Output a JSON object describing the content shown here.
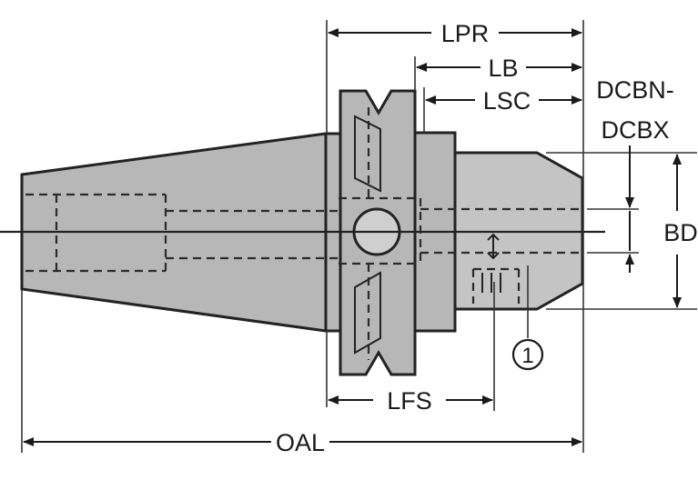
{
  "dimensions": {
    "lpr": "LPR",
    "lb": "LB",
    "lsc": "LSC",
    "dcbn_dcbx_line1": "DCBN-",
    "dcbn_dcbx_line2": "DCBX",
    "bd": "BD",
    "lfs": "LFS",
    "oal": "OAL"
  },
  "callout": {
    "number": "1"
  },
  "colors": {
    "body": "#b7b7b7",
    "outline": "#222222",
    "background": "#ffffff"
  }
}
